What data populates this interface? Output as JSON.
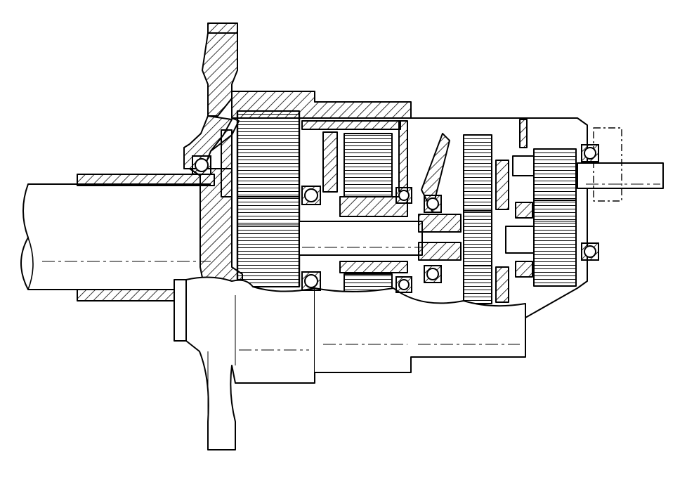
{
  "drawing": {
    "kind": "gearbox-cross-section",
    "style": "black-line-engineering-drawing",
    "hatch": "diagonal-45"
  },
  "colors": {
    "ink": "#000000",
    "paper": "#ffffff"
  },
  "components": [
    "left-shaft",
    "hollow-sleeve",
    "top-mounting-flange",
    "bottom-torque-arm",
    "outer-housing",
    "first-stage-gear",
    "second-stage-gear",
    "third-stage-gear",
    "output-gear",
    "center-shaft",
    "output-shaft",
    "output-end-cover"
  ],
  "bearings": [
    "bearing-flange",
    "bearing-stage1-upper",
    "bearing-stage1-lower",
    "bearing-stage2-upper",
    "bearing-stage2-lower",
    "bearing-stage3-upper",
    "bearing-stage3-lower",
    "bearing-output-upper",
    "bearing-output-lower"
  ]
}
